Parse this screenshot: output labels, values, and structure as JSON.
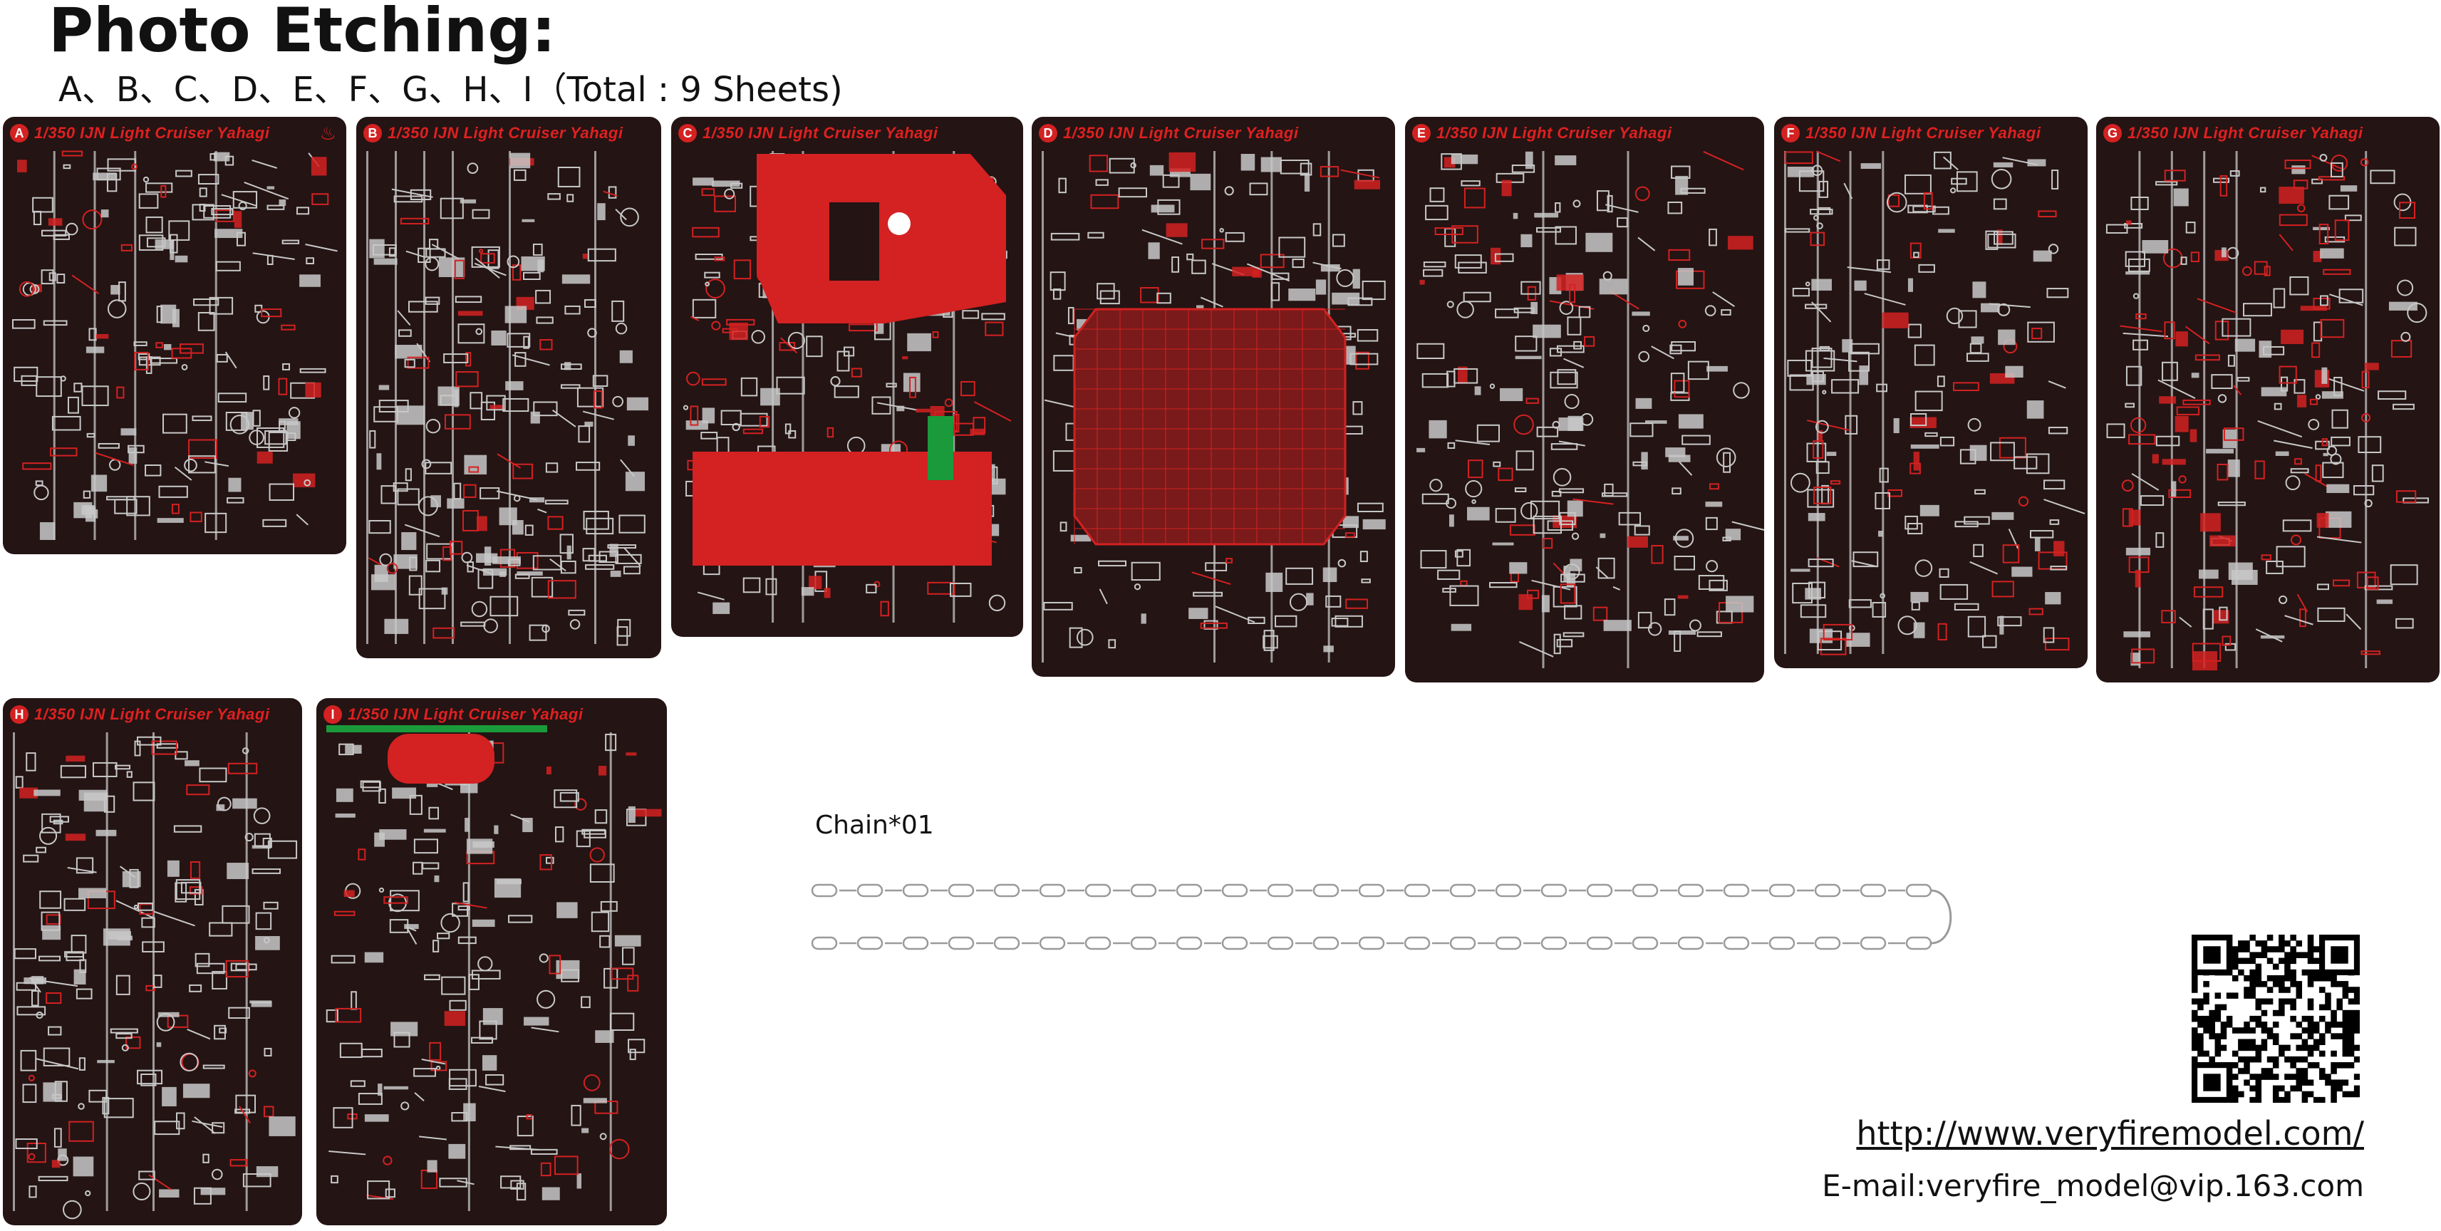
{
  "header": {
    "title": "Photo Etching:",
    "subtitle": "A、B、C、D、E、F、G、H、I（Total : 9 Sheets)"
  },
  "sheets": [
    {
      "letter": "A",
      "title": "1/350 IJN Light Cruiser Yahagi"
    },
    {
      "letter": "B",
      "title": "1/350 IJN Light Cruiser Yahagi"
    },
    {
      "letter": "C",
      "title": "1/350 IJN Light Cruiser Yahagi"
    },
    {
      "letter": "D",
      "title": "1/350 IJN Light Cruiser Yahagi"
    },
    {
      "letter": "E",
      "title": "1/350 IJN Light Cruiser Yahagi"
    },
    {
      "letter": "F",
      "title": "1/350 IJN Light Cruiser Yahagi"
    },
    {
      "letter": "G",
      "title": "1/350 IJN Light Cruiser Yahagi"
    },
    {
      "letter": "H",
      "title": "1/350 IJN Light Cruiser Yahagi"
    },
    {
      "letter": "I",
      "title": "1/350 IJN Light Cruiser Yahagi"
    }
  ],
  "chain": {
    "label": "Chain*01"
  },
  "contact": {
    "url": "http://www.veryfiremodel.com/",
    "email": "E-mail:veryfire_model@vip.163.com"
  },
  "colors": {
    "sheet_bg": "#241414",
    "etch_red": "#d42121",
    "etch_silver": "#c8c8c8",
    "accent_green": "#1a9a3a"
  },
  "icons": {
    "flame": "flame-icon",
    "qr": "qr-code-icon"
  }
}
